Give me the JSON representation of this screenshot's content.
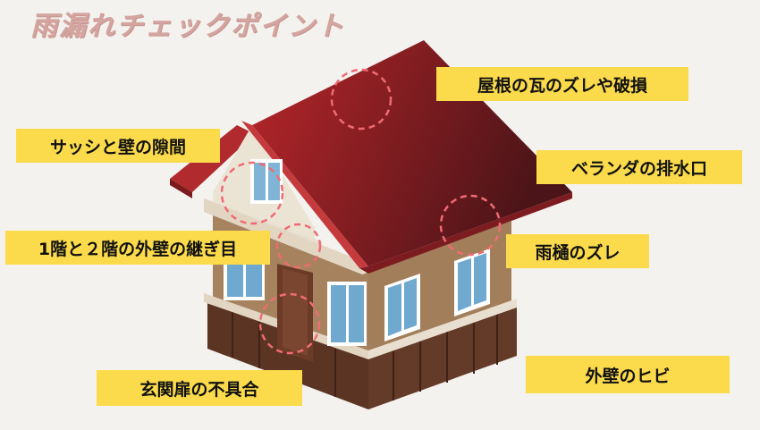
{
  "title": "雨漏れチェックポイント",
  "labels": {
    "roof_tiles": "屋根の瓦のズレや破損",
    "sash_wall": "サッシと壁の隙間",
    "balcony_drain": "ベランダの排水口",
    "floor_joint": "1階と２階の外壁の継ぎ目",
    "gutter": "雨樋のズレ",
    "entrance_door": "玄関扉の不具合",
    "wall_crack": "外壁のヒビ"
  },
  "colors": {
    "label_bg": "#fbdb4b",
    "roof": "#a8252a",
    "marker": "#f06b73",
    "background": "#f4f2ee"
  }
}
